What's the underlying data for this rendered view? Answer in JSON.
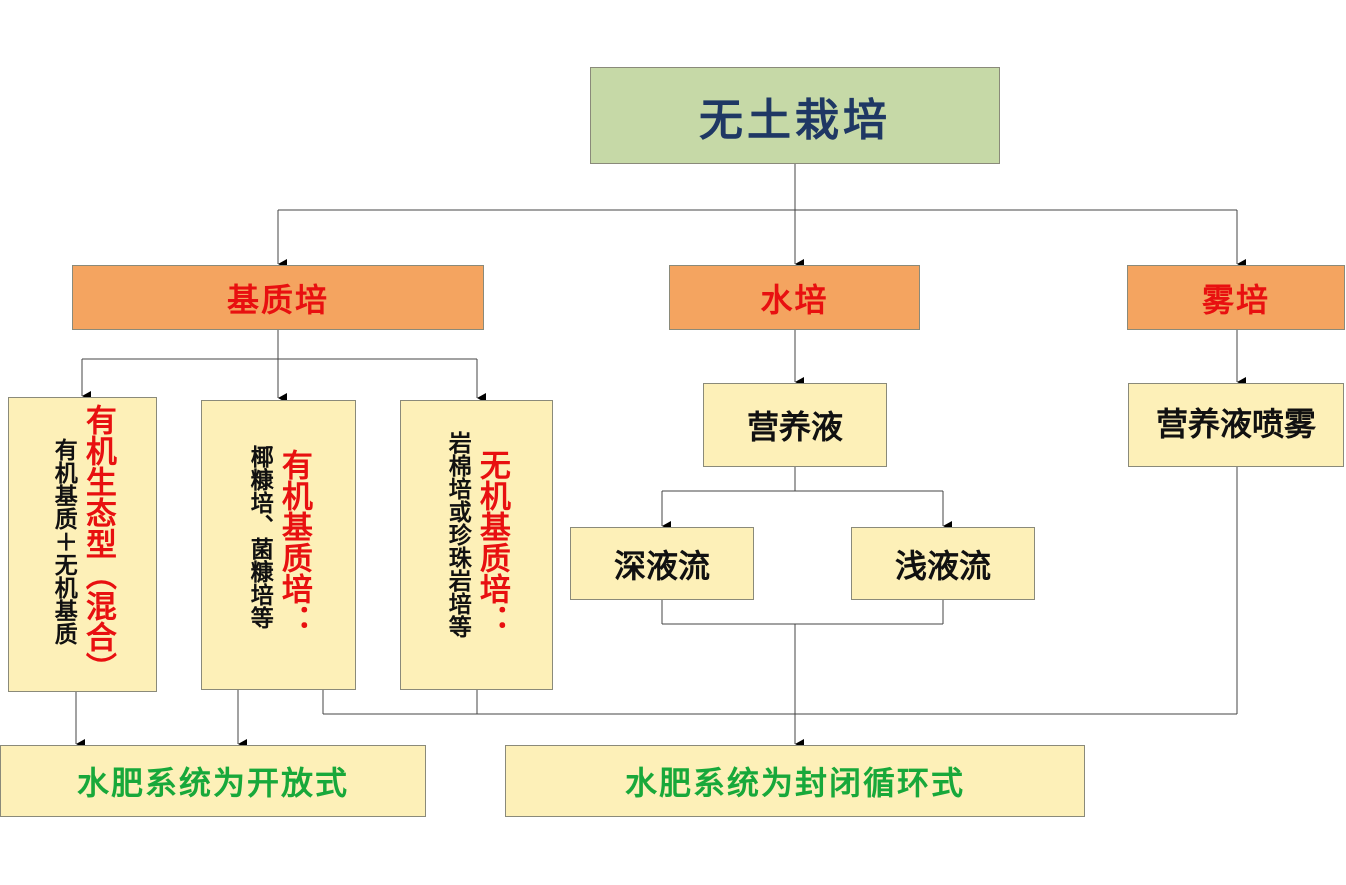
{
  "root": "无土栽培",
  "categories": {
    "substrate": "基质培",
    "hydro": "水培",
    "aero": "雾培"
  },
  "substrate_children": [
    {
      "title": "有机生态型（混合）",
      "desc": "有机基质＋无机基质"
    },
    {
      "title": "有机基质培：",
      "desc": "椰糠培、菌糠培等"
    },
    {
      "title": "无机基质培：",
      "desc": "岩棉培或珍珠岩培等"
    }
  ],
  "hydro_child": "营养液",
  "hydro_methods": [
    "深液流",
    "浅液流"
  ],
  "aero_child": "营养液喷雾",
  "outcomes": {
    "open": "水肥系统为开放式",
    "closed": "水肥系统为封闭循环式"
  },
  "colors": {
    "root_fill": "#c6d9a7",
    "category_fill": "#f4a460",
    "leaf_fill": "#fdf0b8",
    "category_text": "#e81010",
    "outcome_text": "#18a83a"
  }
}
